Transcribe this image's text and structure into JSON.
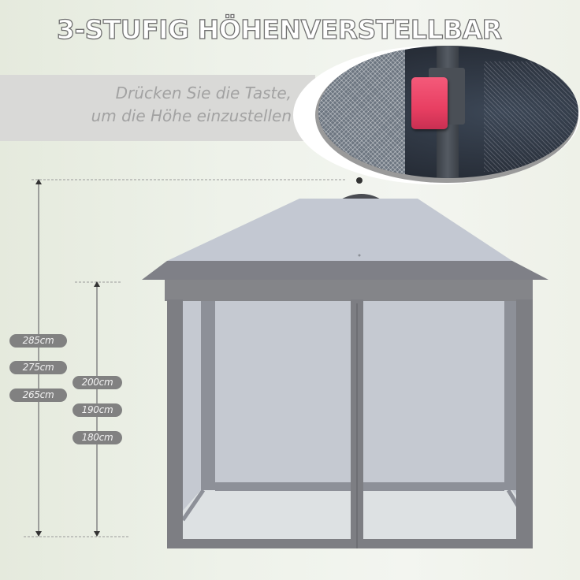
{
  "header": {
    "title": "3-STUFIG HÖHENVERSTELLBAR"
  },
  "instruction": {
    "line1": "Drücken Sie die Taste,",
    "line2": "um die Höhe einzustellen"
  },
  "detail_photo": {
    "subject": "height-adjust-push-button",
    "button_color": "#e83f62"
  },
  "dimensions": {
    "total_height_labels": [
      "285cm",
      "275cm",
      "265cm"
    ],
    "side_height_labels": [
      "200cm",
      "190cm",
      "180cm"
    ]
  },
  "product": {
    "roof_color": "#c3c8d0",
    "frame_color": "#7d7e82",
    "mesh_color": "#c7cbd2"
  }
}
